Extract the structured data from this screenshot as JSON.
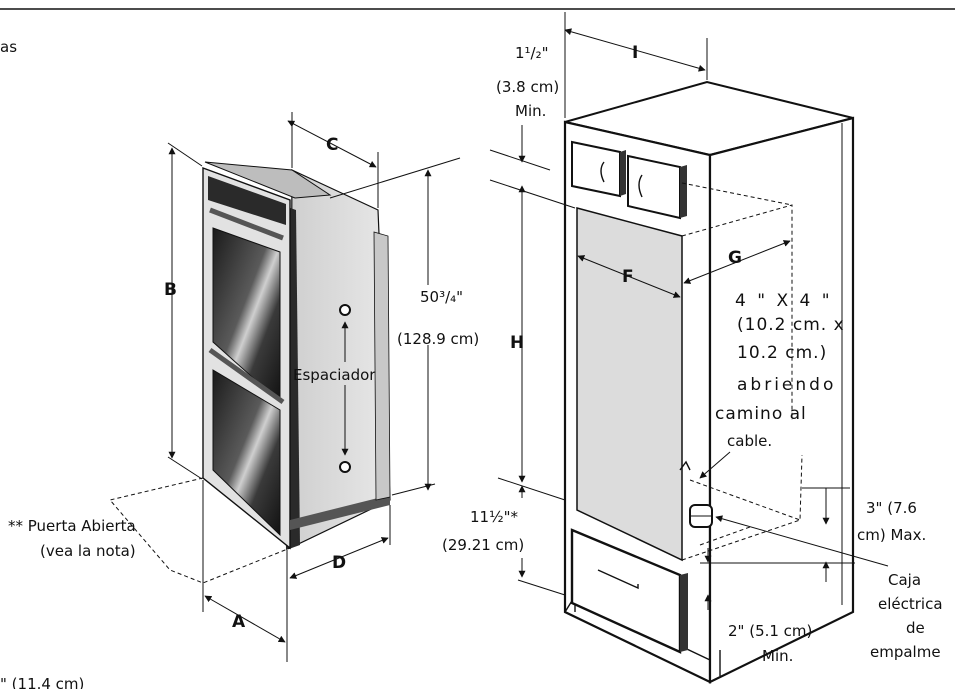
{
  "labels": {
    "as": "as",
    "dim_c": "C",
    "dim_b": "B",
    "dim_a": "A",
    "dim_d": "D",
    "dim_i": "I",
    "dim_f": "F",
    "dim_g": "G",
    "dim_h": "H",
    "height_in": "50³/₄\"",
    "height_cm": "(128.9 cm)",
    "spacer": "Espaciador",
    "door_note_1": "** Puerta Abierta",
    "door_note_2": "(vea la nota)",
    "top_in": "1¹/₂\"",
    "top_cm": "(3.8 cm)",
    "top_min": "Min.",
    "opening_1": "4 \" X 4 \"",
    "opening_2": "(10.2 cm. x",
    "opening_3": "10.2 cm.)",
    "opening_4": "abriendo",
    "opening_5": "camino al",
    "opening_6": "cable.",
    "bottom_in": "11½\"*",
    "bottom_cm": "(29.21 cm)",
    "max_1": "3\" (7.6",
    "max_2": "cm) Max.",
    "min_1": "2\" (5.1 cm)",
    "min_2": "Min.",
    "box_1": "Caja",
    "box_2": "eléctrica",
    "box_3": "de",
    "box_4": "empalme",
    "bottom_cut": "\" (11.4 cm)"
  },
  "colors": {
    "line": "#111111",
    "oven_body": "#d9d9d9",
    "oven_dark": "#2a2a2a",
    "cutout": "#dcdcdc",
    "cabinet": "#ffffff"
  }
}
